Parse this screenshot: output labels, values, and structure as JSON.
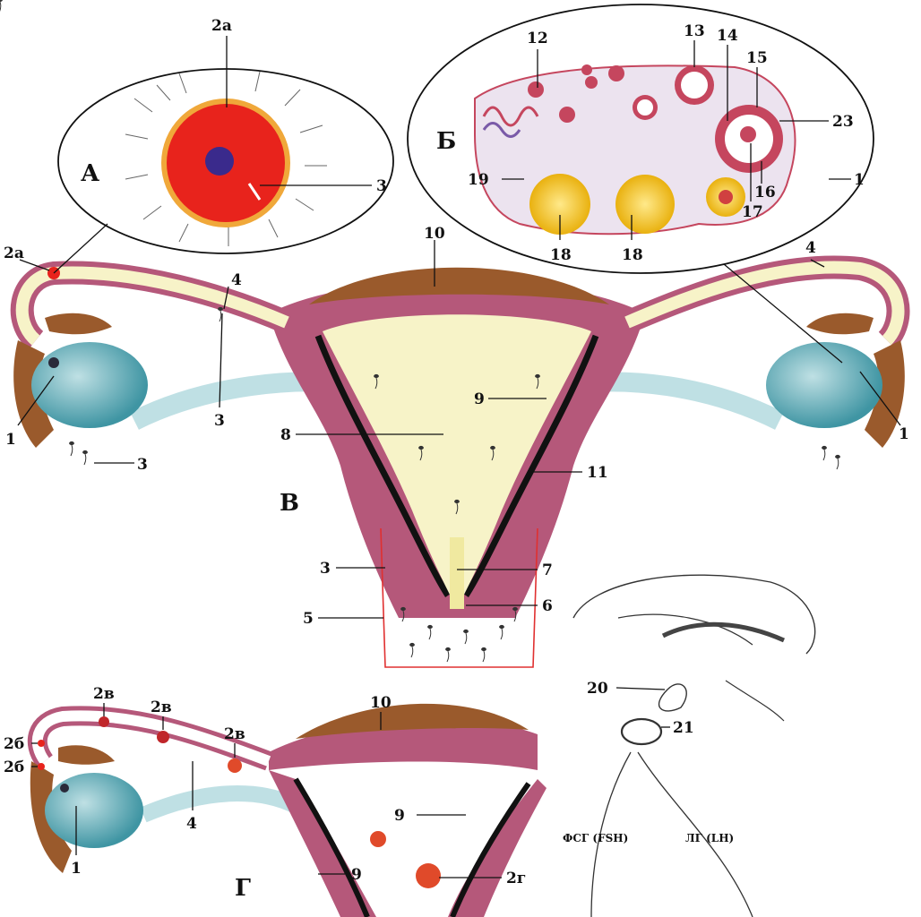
{
  "panels": {
    "a": "А",
    "b": "Б",
    "v": "В",
    "g": "Г"
  },
  "labels": {
    "n1": "1",
    "n2a": "2а",
    "n2b": "2б",
    "n2v": "2в",
    "n2g": "2г",
    "n3": "3",
    "n4": "4",
    "n5": "5",
    "n6": "6",
    "n7": "7",
    "n8": "8",
    "n9": "9",
    "n10": "10",
    "n11": "11",
    "n12": "12",
    "n13": "13",
    "n14": "14",
    "n15": "15",
    "n16": "16",
    "n17": "17",
    "n18": "18",
    "n19": "19",
    "n20": "20",
    "n21": "21",
    "n23": "23"
  },
  "hormones": {
    "fsh": "ФСГ (FSH)",
    "lh": "ЛГ (LH)"
  },
  "colors": {
    "uterus_wall": "#b5587a",
    "perimetrium": "#9a5a2c",
    "lumen": "#f7f3c8",
    "ovary": "#4fa3ae",
    "ovary_light": "#bfe0e4",
    "egg": "#e8231c",
    "egg_nucleus": "#3a2a8c",
    "corpus_luteum": "#f2c21c",
    "follicle": "#c5465e",
    "line": "#111111"
  }
}
